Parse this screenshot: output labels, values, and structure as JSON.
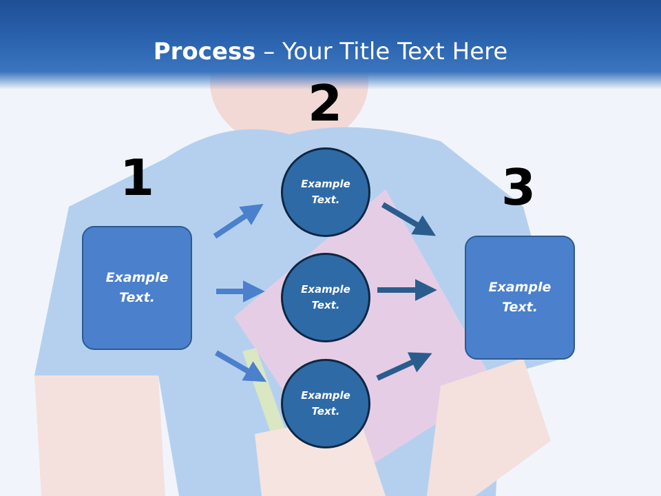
{
  "title": {
    "bold": "Process",
    "rest": " – Your Title Text Here"
  },
  "steps": [
    {
      "number": "1",
      "text": "Example Text."
    },
    {
      "number": "2",
      "items": [
        "Example Text.",
        "Example Text.",
        "Example Text."
      ]
    },
    {
      "number": "3",
      "text": "Example Text."
    }
  ],
  "colors": {
    "header": "#2a63ae",
    "box_fill": "#4a80cc",
    "circle_fill": "#2e6aa6",
    "arrow_light": "#4a80cc",
    "arrow_dark": "#2a5d8e"
  }
}
